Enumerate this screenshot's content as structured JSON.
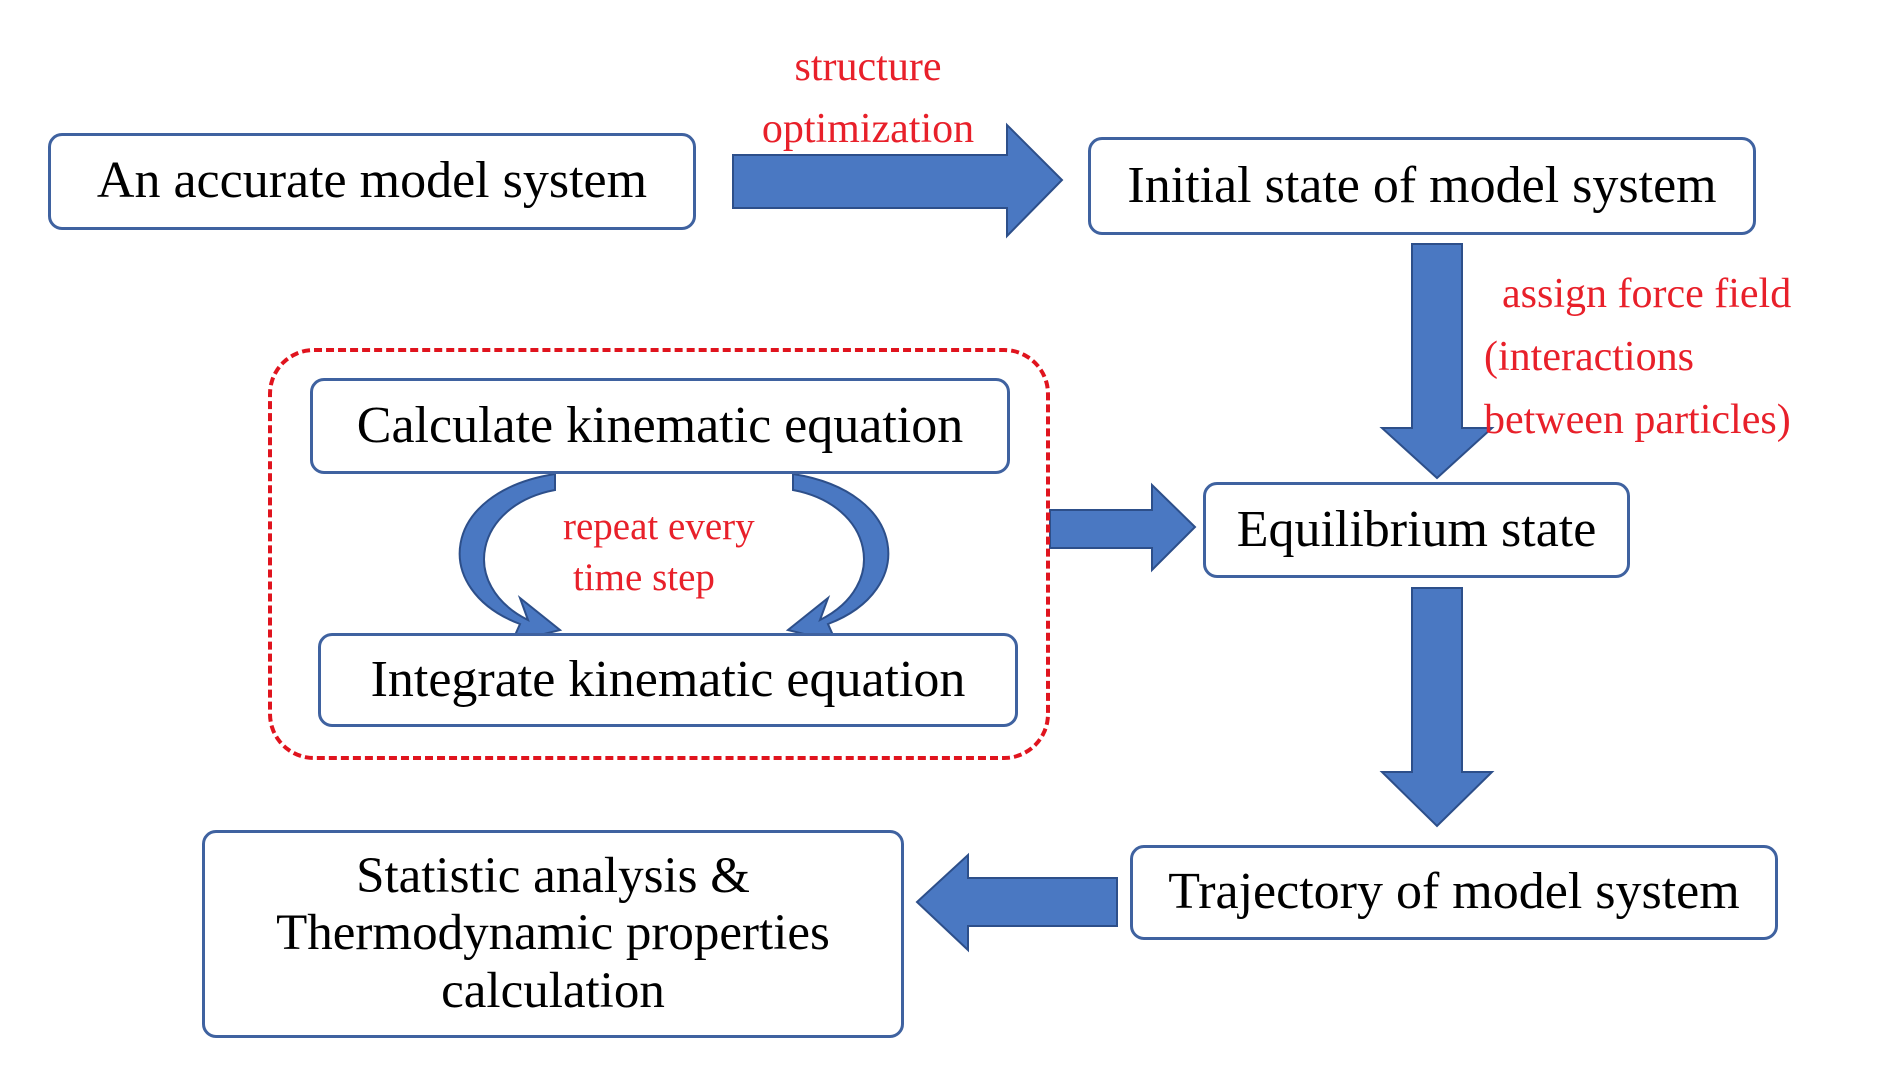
{
  "nodes": {
    "accurate_model": "An accurate model system",
    "initial_state": "Initial  state of model system",
    "calculate": "Calculate kinematic equation",
    "integrate": "Integrate kinematic  equation",
    "equilibrium": "Equilibrium  state",
    "trajectory": "Trajectory of model system",
    "statistic": {
      "line1": "Statistic analysis &",
      "line2": "Thermodynamic properties",
      "line3": "calculation"
    }
  },
  "labels": {
    "structure_optimization": {
      "line1": "structure",
      "line2": "optimization"
    },
    "assign_force_field": {
      "line1": "assign  force  field",
      "line2": "(interactions",
      "line3": "between  particles)"
    },
    "repeat": {
      "line1": "repeat every",
      "line2": "time  step"
    }
  },
  "colors": {
    "arrow_fill": "#4a78c2",
    "arrow_stroke": "#2d4f8a",
    "box_border": "#3f62a0",
    "label_red": "#e8202a",
    "dashed_red": "#e0141e"
  }
}
